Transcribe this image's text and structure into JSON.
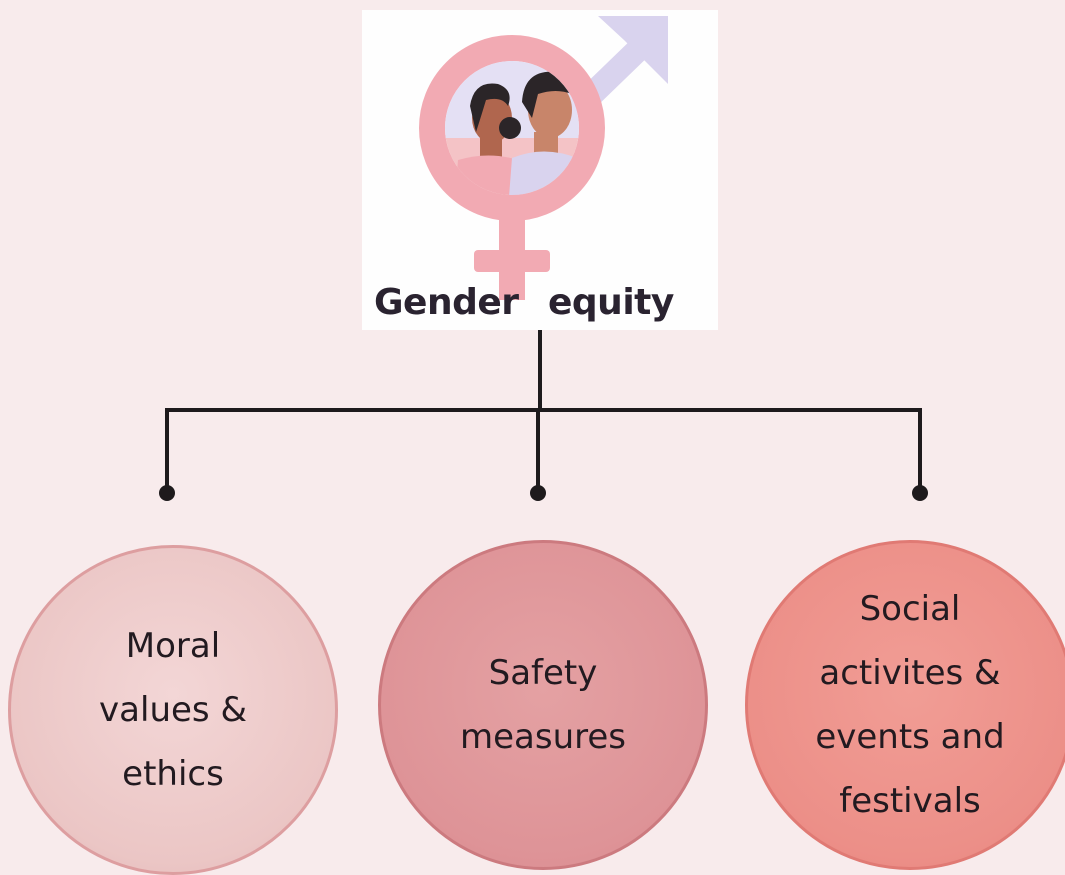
{
  "header": {
    "title_left": "Gender",
    "title_right": "equity",
    "icon": "gender-equality-icon"
  },
  "branches": [
    {
      "label": "Moral\nvalues &\nethics",
      "color": "#ebc6c5"
    },
    {
      "label": "Safety\nmeasures",
      "color": "#de9397"
    },
    {
      "label": "Social\nactivites &\nevents and\nfestivals",
      "color": "#ec8f88"
    }
  ],
  "colors": {
    "background": "#f8ebec",
    "connector": "#1e1a1c",
    "symbol_pink": "#f2aab3",
    "symbol_lavender": "#d9d3ee"
  }
}
